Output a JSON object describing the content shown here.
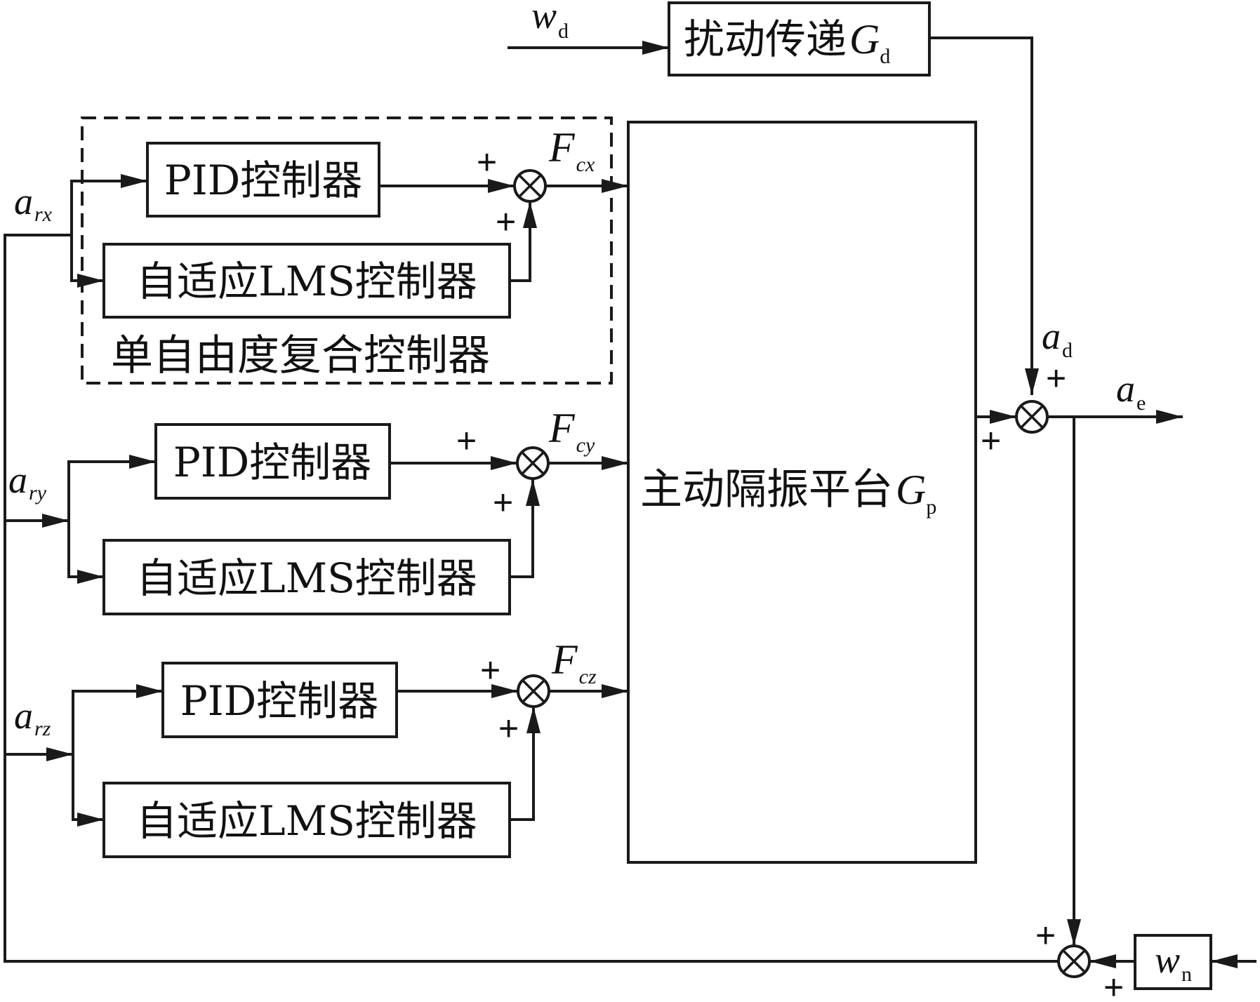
{
  "disturbance": {
    "input": {
      "sym": "w",
      "sub": "d"
    },
    "block": {
      "label": "扰动传递",
      "sym": "G",
      "sub": "d"
    }
  },
  "compound_group": {
    "label": "单自由度复合控制器"
  },
  "channels": [
    {
      "ref": {
        "sym": "a",
        "sub": "rx"
      },
      "pid_label": "PID控制器",
      "lms_label": "自适应LMS控制器",
      "force": {
        "sym": "F",
        "sub": "cx"
      },
      "plus_pid": "+",
      "plus_lms": "+"
    },
    {
      "ref": {
        "sym": "a",
        "sub": "ry"
      },
      "pid_label": "PID控制器",
      "lms_label": "自适应LMS控制器",
      "force": {
        "sym": "F",
        "sub": "cy"
      },
      "plus_pid": "+",
      "plus_lms": "+"
    },
    {
      "ref": {
        "sym": "a",
        "sub": "rz"
      },
      "pid_label": "PID控制器",
      "lms_label": "自适应LMS控制器",
      "force": {
        "sym": "F",
        "sub": "cz"
      },
      "plus_pid": "+",
      "plus_lms": "+"
    }
  ],
  "plant": {
    "label": "主动隔振平台",
    "sym": "G",
    "sub": "p"
  },
  "output_sum": {
    "disturbance_signal": {
      "sym": "a",
      "sub": "d"
    },
    "plus_disturbance": "+",
    "plus_plant": "+",
    "output": {
      "sym": "a",
      "sub": "e"
    }
  },
  "noise": {
    "block": {
      "sym": "w",
      "sub": "n"
    },
    "plus_top": "+",
    "plus_bottom": "+"
  }
}
